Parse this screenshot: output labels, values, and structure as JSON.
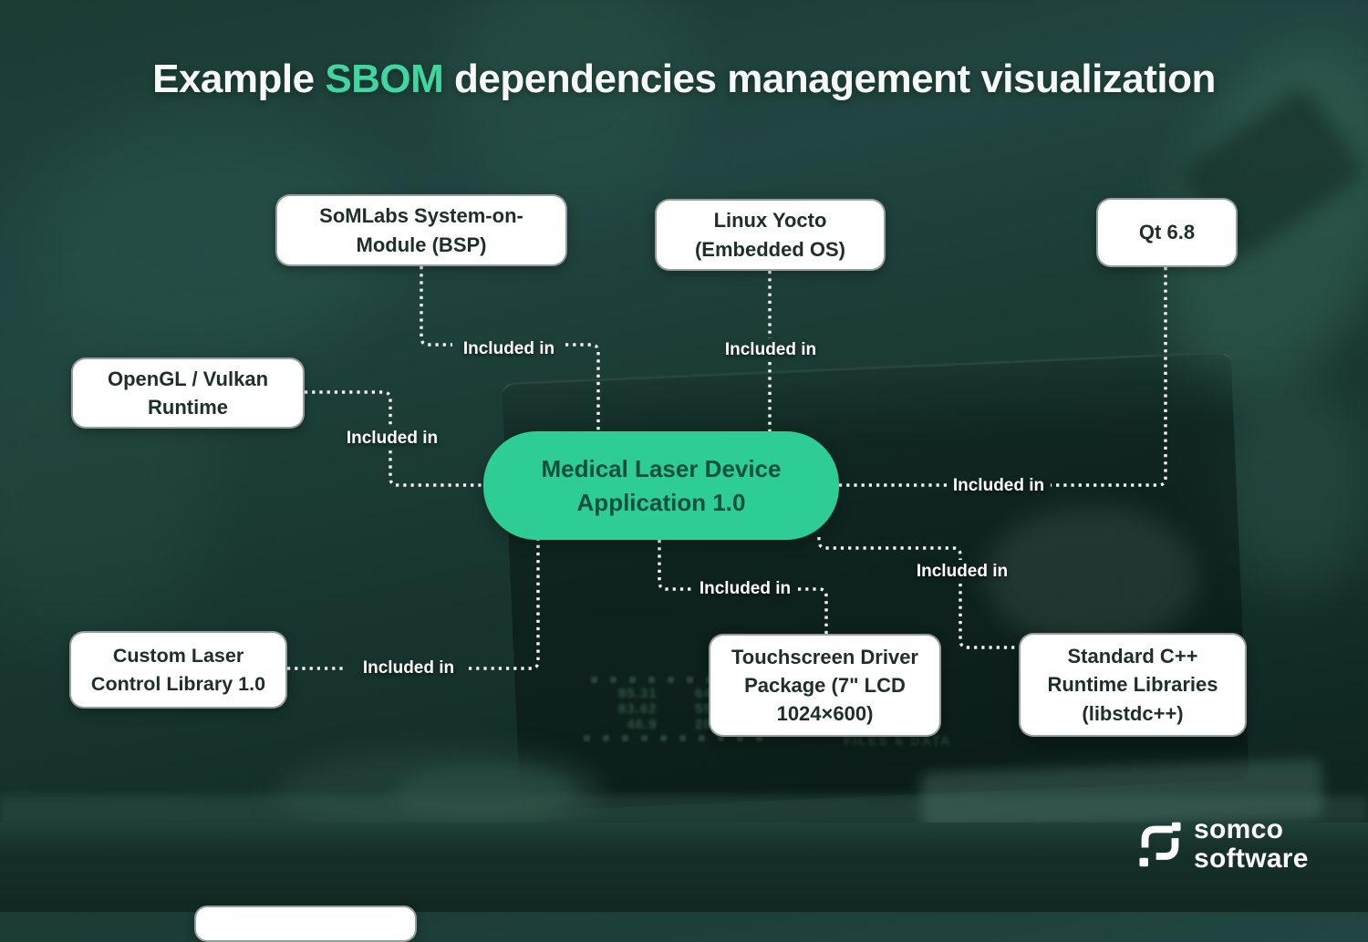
{
  "title": {
    "prefix": "Example ",
    "highlight": "SBOM",
    "suffix": " dependencies management visualization"
  },
  "colors": {
    "background_teal": "#1b3b35",
    "accent_green": "#2fcd96",
    "title_highlight_green": "#41d6a1",
    "node_background": "#ffffff",
    "node_text": "#1e2e2b",
    "central_node_text": "#124f3d",
    "connector": "#ffffff"
  },
  "central_node": {
    "id": "medical-laser-app",
    "label": "Medical Laser Device Application 1.0"
  },
  "nodes": [
    {
      "id": "somlabs",
      "label": "SoMLabs System-on-Module (BSP)"
    },
    {
      "id": "linux-yocto",
      "label": "Linux Yocto (Embedded OS)"
    },
    {
      "id": "qt",
      "label": "Qt 6.8"
    },
    {
      "id": "opengl-vulkan",
      "label": "OpenGL / Vulkan Runtime"
    },
    {
      "id": "custom-laser-lib",
      "label": "Custom Laser Control Library 1.0"
    },
    {
      "id": "touchscreen-driver",
      "label": "Touchscreen Driver Package (7\" LCD 1024×600)"
    },
    {
      "id": "std-cpp-runtime",
      "label": "Standard C++ Runtime Libraries (libstdc++)"
    }
  ],
  "edges": [
    {
      "from": "somlabs",
      "to": "medical-laser-app",
      "label": "Included in"
    },
    {
      "from": "linux-yocto",
      "to": "medical-laser-app",
      "label": "Included in"
    },
    {
      "from": "qt",
      "to": "medical-laser-app",
      "label": "Included in"
    },
    {
      "from": "opengl-vulkan",
      "to": "medical-laser-app",
      "label": "Included in"
    },
    {
      "from": "custom-laser-lib",
      "to": "medical-laser-app",
      "label": "Included in"
    },
    {
      "from": "touchscreen-driver",
      "to": "medical-laser-app",
      "label": "Included in"
    },
    {
      "from": "std-cpp-runtime",
      "to": "medical-laser-app",
      "label": "Included in"
    }
  ],
  "logo": {
    "icon": "somco-mark-icon",
    "line1": "somco",
    "line2": "software"
  },
  "background_screen": {
    "numbers_col1": "85.31\n83.62\n46.9",
    "numbers_col2": "64.\n55.\n28",
    "caption": "FILES & DATA"
  }
}
